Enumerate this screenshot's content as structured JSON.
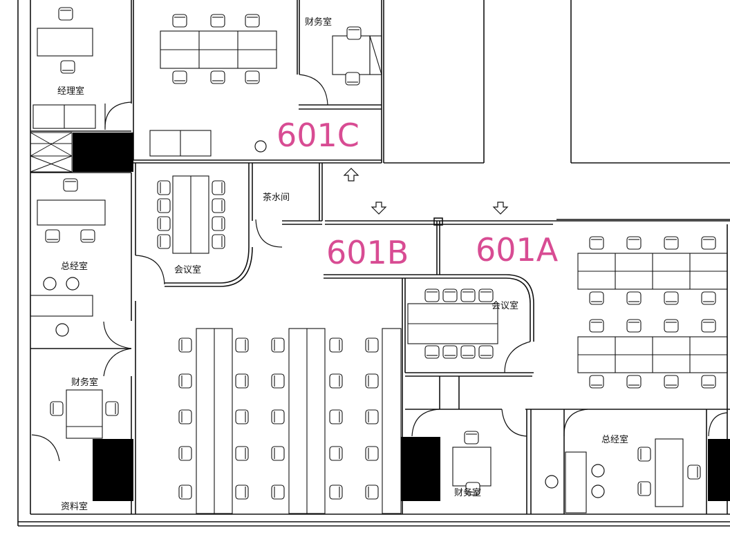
{
  "colors": {
    "wall": "#111111",
    "unit_label": "#d84c93",
    "solid_fill": "#000000",
    "background": "#ffffff"
  },
  "units": {
    "c": "601C",
    "b": "601B",
    "a": "601A"
  },
  "rooms": {
    "manager_office": "经理室",
    "finance_top": "财务室",
    "tea_room": "茶水间",
    "meeting_left": "会议室",
    "meeting_right": "会议室",
    "gm_left": "总经室",
    "gm_right": "总经室",
    "finance_left": "财务室",
    "finance_bottom": "财务室",
    "archive": "资料室"
  },
  "icons": [
    "entrance-arrow-up-icon",
    "entrance-arrow-down-icon",
    "desk-chair-icon",
    "sofa-icon",
    "armchair-icon"
  ]
}
